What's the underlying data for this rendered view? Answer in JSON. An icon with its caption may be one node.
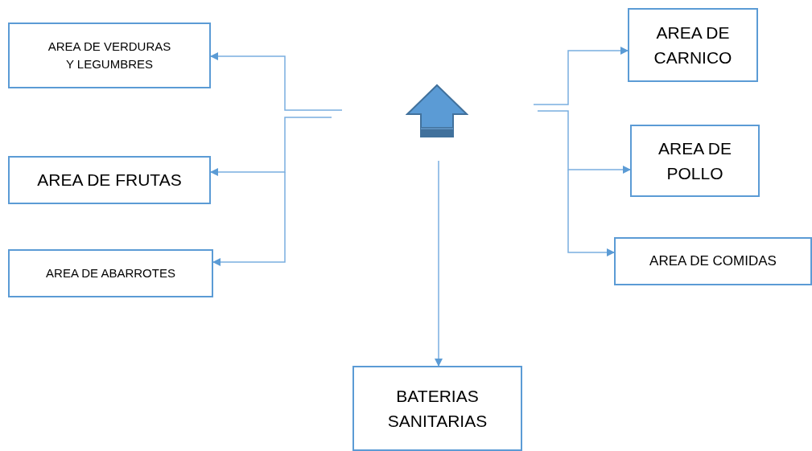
{
  "diagram": {
    "nodes": [
      {
        "text": [
          "AREA DE VERDURAS Y LEGUMBRES"
        ]
      },
      {
        "text": [
          "AREA DE FRUTAS"
        ]
      },
      {
        "text": [
          "AREA DE ABARROTES"
        ]
      },
      {
        "text": [
          "AREA DE CARNICO"
        ]
      },
      {
        "text": [
          "AREA DE POLLO"
        ]
      },
      {
        "text": [
          "AREA DE COMIDAS"
        ]
      },
      {
        "text": [
          "BATERIAS SANITARIAS"
        ]
      },
      {
        "text": [],
        "shape": "arrow"
      }
    ],
    "edges": [
      {
        "from": null,
        "to": 0,
        "arrow": "to"
      },
      {
        "from": null,
        "to": 1,
        "arrow": "to"
      },
      {
        "from": null,
        "to": 2,
        "arrow": "to"
      },
      {
        "from": null,
        "to": 3,
        "arrow": "to"
      },
      {
        "from": null,
        "to": 4,
        "arrow": "to"
      },
      {
        "from": null,
        "to": 5,
        "arrow": "to"
      },
      {
        "from": null,
        "to": 6,
        "arrow": "to"
      }
    ]
  }
}
